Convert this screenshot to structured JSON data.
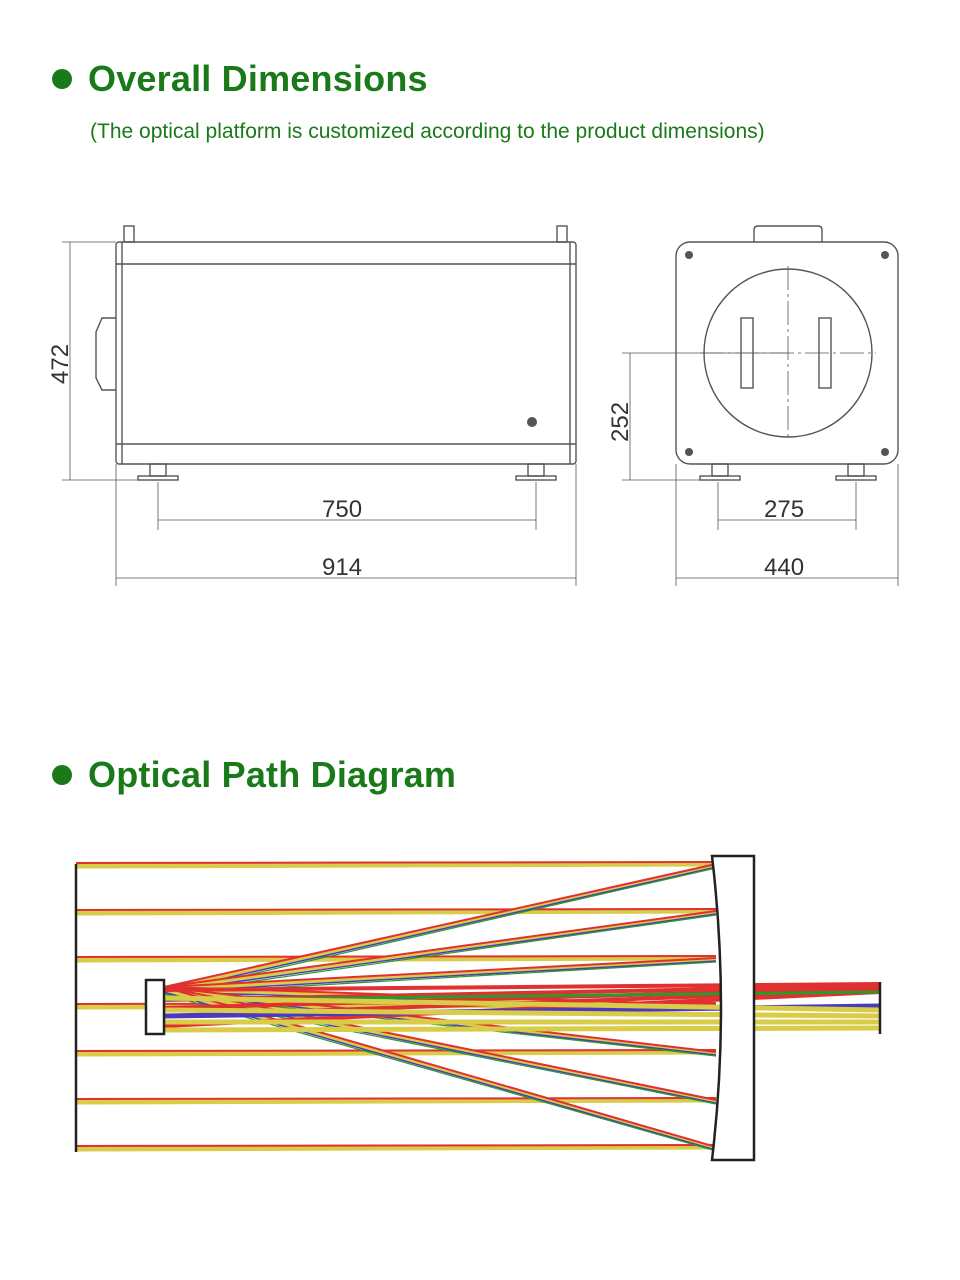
{
  "sections": {
    "dimensions": {
      "title": "Overall Dimensions",
      "note": "(The optical platform is customized according to the product dimensions)"
    },
    "optical_path": {
      "title": "Optical Path Diagram"
    }
  },
  "dimensions": {
    "side_height": "472",
    "feet_span": "750",
    "total_length": "914",
    "axis_height": "252",
    "front_feet_span": "275",
    "total_width": "440"
  },
  "colors": {
    "heading": "#1a7a1a",
    "drawing": "#555555",
    "ray_yellow": "#d8cc48",
    "ray_red": "#e03030",
    "ray_green": "#2a9a2a",
    "ray_blue": "#4a3ac0"
  }
}
